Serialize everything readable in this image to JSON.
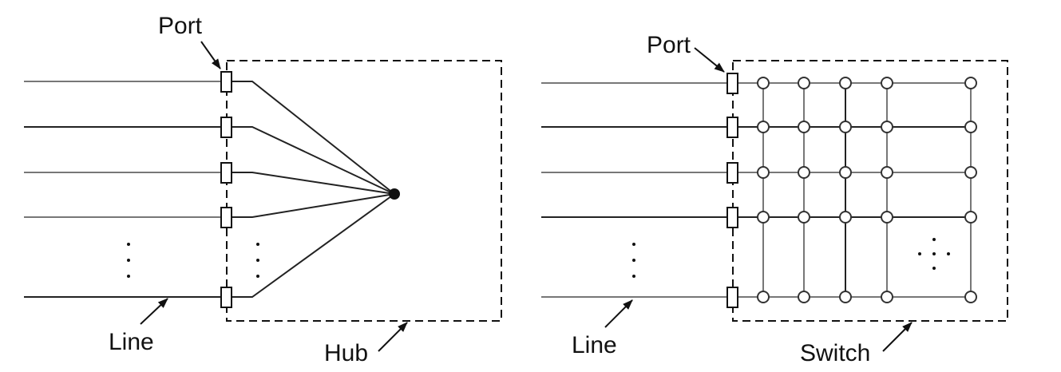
{
  "hub": {
    "port_label": "Port",
    "line_label": "Line",
    "box_label": "Hub"
  },
  "switch": {
    "port_label": "Port",
    "line_label": "Line",
    "box_label": "Switch"
  }
}
